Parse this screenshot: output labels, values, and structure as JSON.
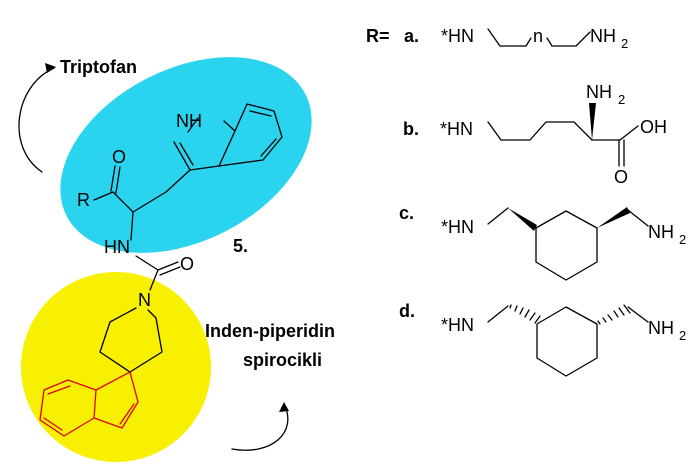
{
  "labels": {
    "triptofan": "Triptofan",
    "inden_1": "Inden-piperidin",
    "inden_2": "spirocikli",
    "compound": "5.",
    "r_eq": "R=",
    "a": "a.",
    "b": "b.",
    "c": "c.",
    "d": "d."
  },
  "atoms": {
    "nh_indole": "NH",
    "o_carbonyl": "O",
    "r": "R",
    "hn": "HN",
    "o_urea": "O",
    "n_pip": "N",
    "a_hn": "*HN",
    "a_n": "n",
    "a_nh2": "NH",
    "b_hn": "*HN",
    "b_nh2": "NH",
    "b_oh": "OH",
    "b_o": "O",
    "c_hn": "*HN",
    "c_nh2": "NH",
    "d_hn": "*HN",
    "d_nh2": "NH",
    "sub2": "2"
  },
  "colors": {
    "cyan": "#2ad4ee",
    "yellow": "#f7f000",
    "red_bonds": "#e0001a"
  }
}
